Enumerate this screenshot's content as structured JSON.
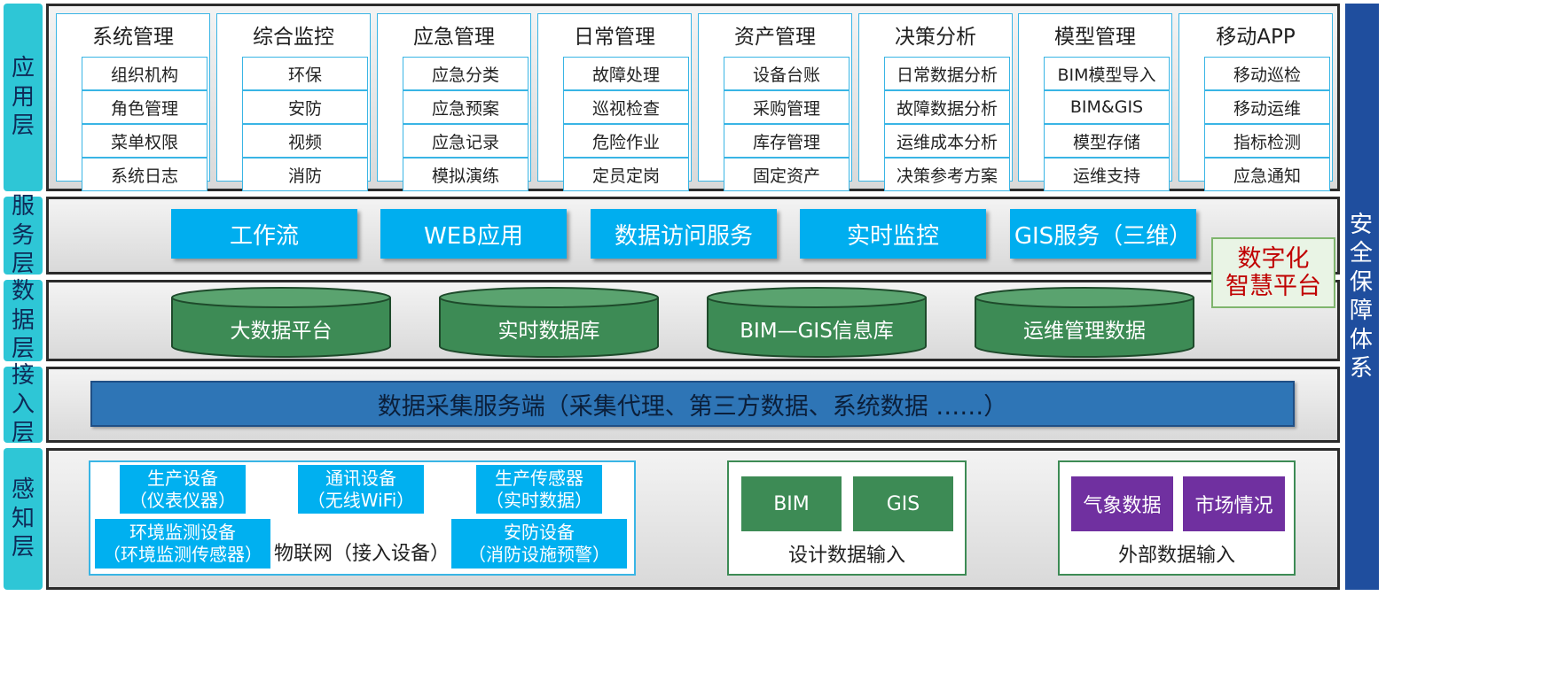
{
  "layers": {
    "app": "应用层",
    "service": "服务层",
    "data": "数据层",
    "access": "接入层",
    "perception": "感知层"
  },
  "security": "安全保障体系",
  "platform": {
    "line1": "数字化",
    "line2": "智慧平台"
  },
  "app_modules": [
    {
      "title": "系统管理",
      "items": [
        "组织机构",
        "角色管理",
        "菜单权限",
        "系统日志"
      ]
    },
    {
      "title": "综合监控",
      "items": [
        "环保",
        "安防",
        "视频",
        "消防"
      ]
    },
    {
      "title": "应急管理",
      "items": [
        "应急分类",
        "应急预案",
        "应急记录",
        "模拟演练"
      ]
    },
    {
      "title": "日常管理",
      "items": [
        "故障处理",
        "巡视检查",
        "危险作业",
        "定员定岗"
      ]
    },
    {
      "title": "资产管理",
      "items": [
        "设备台账",
        "采购管理",
        "库存管理",
        "固定资产"
      ]
    },
    {
      "title": "决策分析",
      "items": [
        "日常数据分析",
        "故障数据分析",
        "运维成本分析",
        "决策参考方案"
      ]
    },
    {
      "title": "模型管理",
      "items": [
        "BIM模型导入",
        "BIM&GIS",
        "模型存储",
        "运维支持"
      ]
    },
    {
      "title": "移动APP",
      "items": [
        "移动巡检",
        "移动运维",
        "指标检测",
        "应急通知"
      ]
    }
  ],
  "services": [
    "工作流",
    "WEB应用",
    "数据访问服务",
    "实时监控",
    "GIS服务（三维）"
  ],
  "databases": [
    "大数据平台",
    "实时数据库",
    "BIM—GIS信息库",
    "运维管理数据"
  ],
  "access_bar": "数据采集服务端（采集代理、第三方数据、系统数据 ……）",
  "perception": {
    "iot": {
      "label": "物联网（接入设备）",
      "devices": [
        {
          "line1": "生产设备",
          "line2": "（仪表仪器）"
        },
        {
          "line1": "通讯设备",
          "line2": "（无线WiFi）"
        },
        {
          "line1": "生产传感器",
          "line2": "（实时数据）"
        },
        {
          "line1": "环境监测设备",
          "line2": "（环境监测传感器）"
        },
        {
          "line1": "安防设备",
          "line2": "（消防设施预警）"
        }
      ]
    },
    "design": {
      "label": "设计数据输入",
      "items": [
        "BIM",
        "GIS"
      ]
    },
    "external": {
      "label": "外部数据输入",
      "items": [
        "气象数据",
        "市场情况"
      ]
    }
  },
  "colors": {
    "layer_label": "#2ec6d6",
    "service_box": "#00aeef",
    "database": "#3d8b55",
    "access_bar": "#2e75b6",
    "security_bar": "#1f4e9e",
    "platform_text": "#c00000",
    "purple": "#7030a0"
  }
}
